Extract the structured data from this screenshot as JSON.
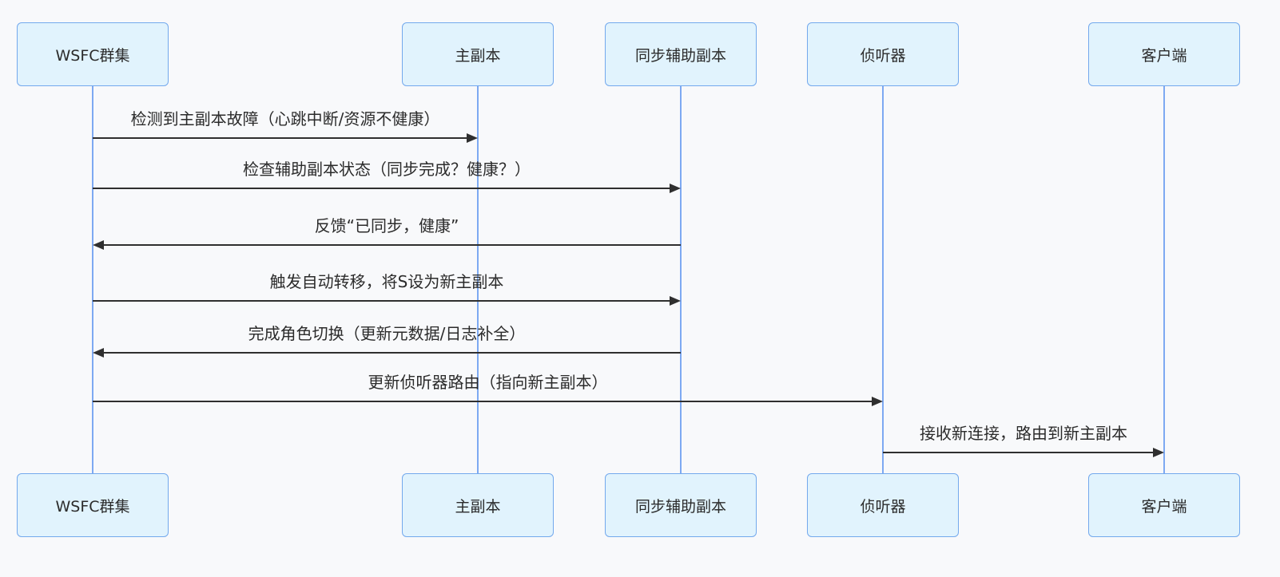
{
  "diagram": {
    "type": "sequence-diagram",
    "actors": [
      {
        "id": "wsfc-cluster",
        "label": "WSFC群集"
      },
      {
        "id": "primary-replica",
        "label": "主副本"
      },
      {
        "id": "sync-secondary",
        "label": "同步辅助副本"
      },
      {
        "id": "listener",
        "label": "侦听器"
      },
      {
        "id": "client",
        "label": "客户端"
      }
    ],
    "messages": [
      {
        "from": 0,
        "to": 1,
        "text": "检测到主副本故障（心跳中断/资源不健康）"
      },
      {
        "from": 0,
        "to": 2,
        "text": "检查辅助副本状态（同步完成？健康？）"
      },
      {
        "from": 2,
        "to": 0,
        "text": "反馈“已同步，健康”"
      },
      {
        "from": 0,
        "to": 2,
        "text": "触发自动转移，将S设为新主副本"
      },
      {
        "from": 2,
        "to": 0,
        "text": "完成角色切换（更新元数据/日志补全）"
      },
      {
        "from": 0,
        "to": 3,
        "text": "更新侦听器路由（指向新主副本）"
      },
      {
        "from": 3,
        "to": 4,
        "text": "接收新连接，路由到新主副本"
      }
    ],
    "colors": {
      "background": "#f8f9fb",
      "actor_fill": "#e1f3fd",
      "actor_border": "#73a9ed",
      "lifeline": "#7da9f2",
      "message_line": "#2f2f2f",
      "text": "#2b2b2b"
    }
  }
}
